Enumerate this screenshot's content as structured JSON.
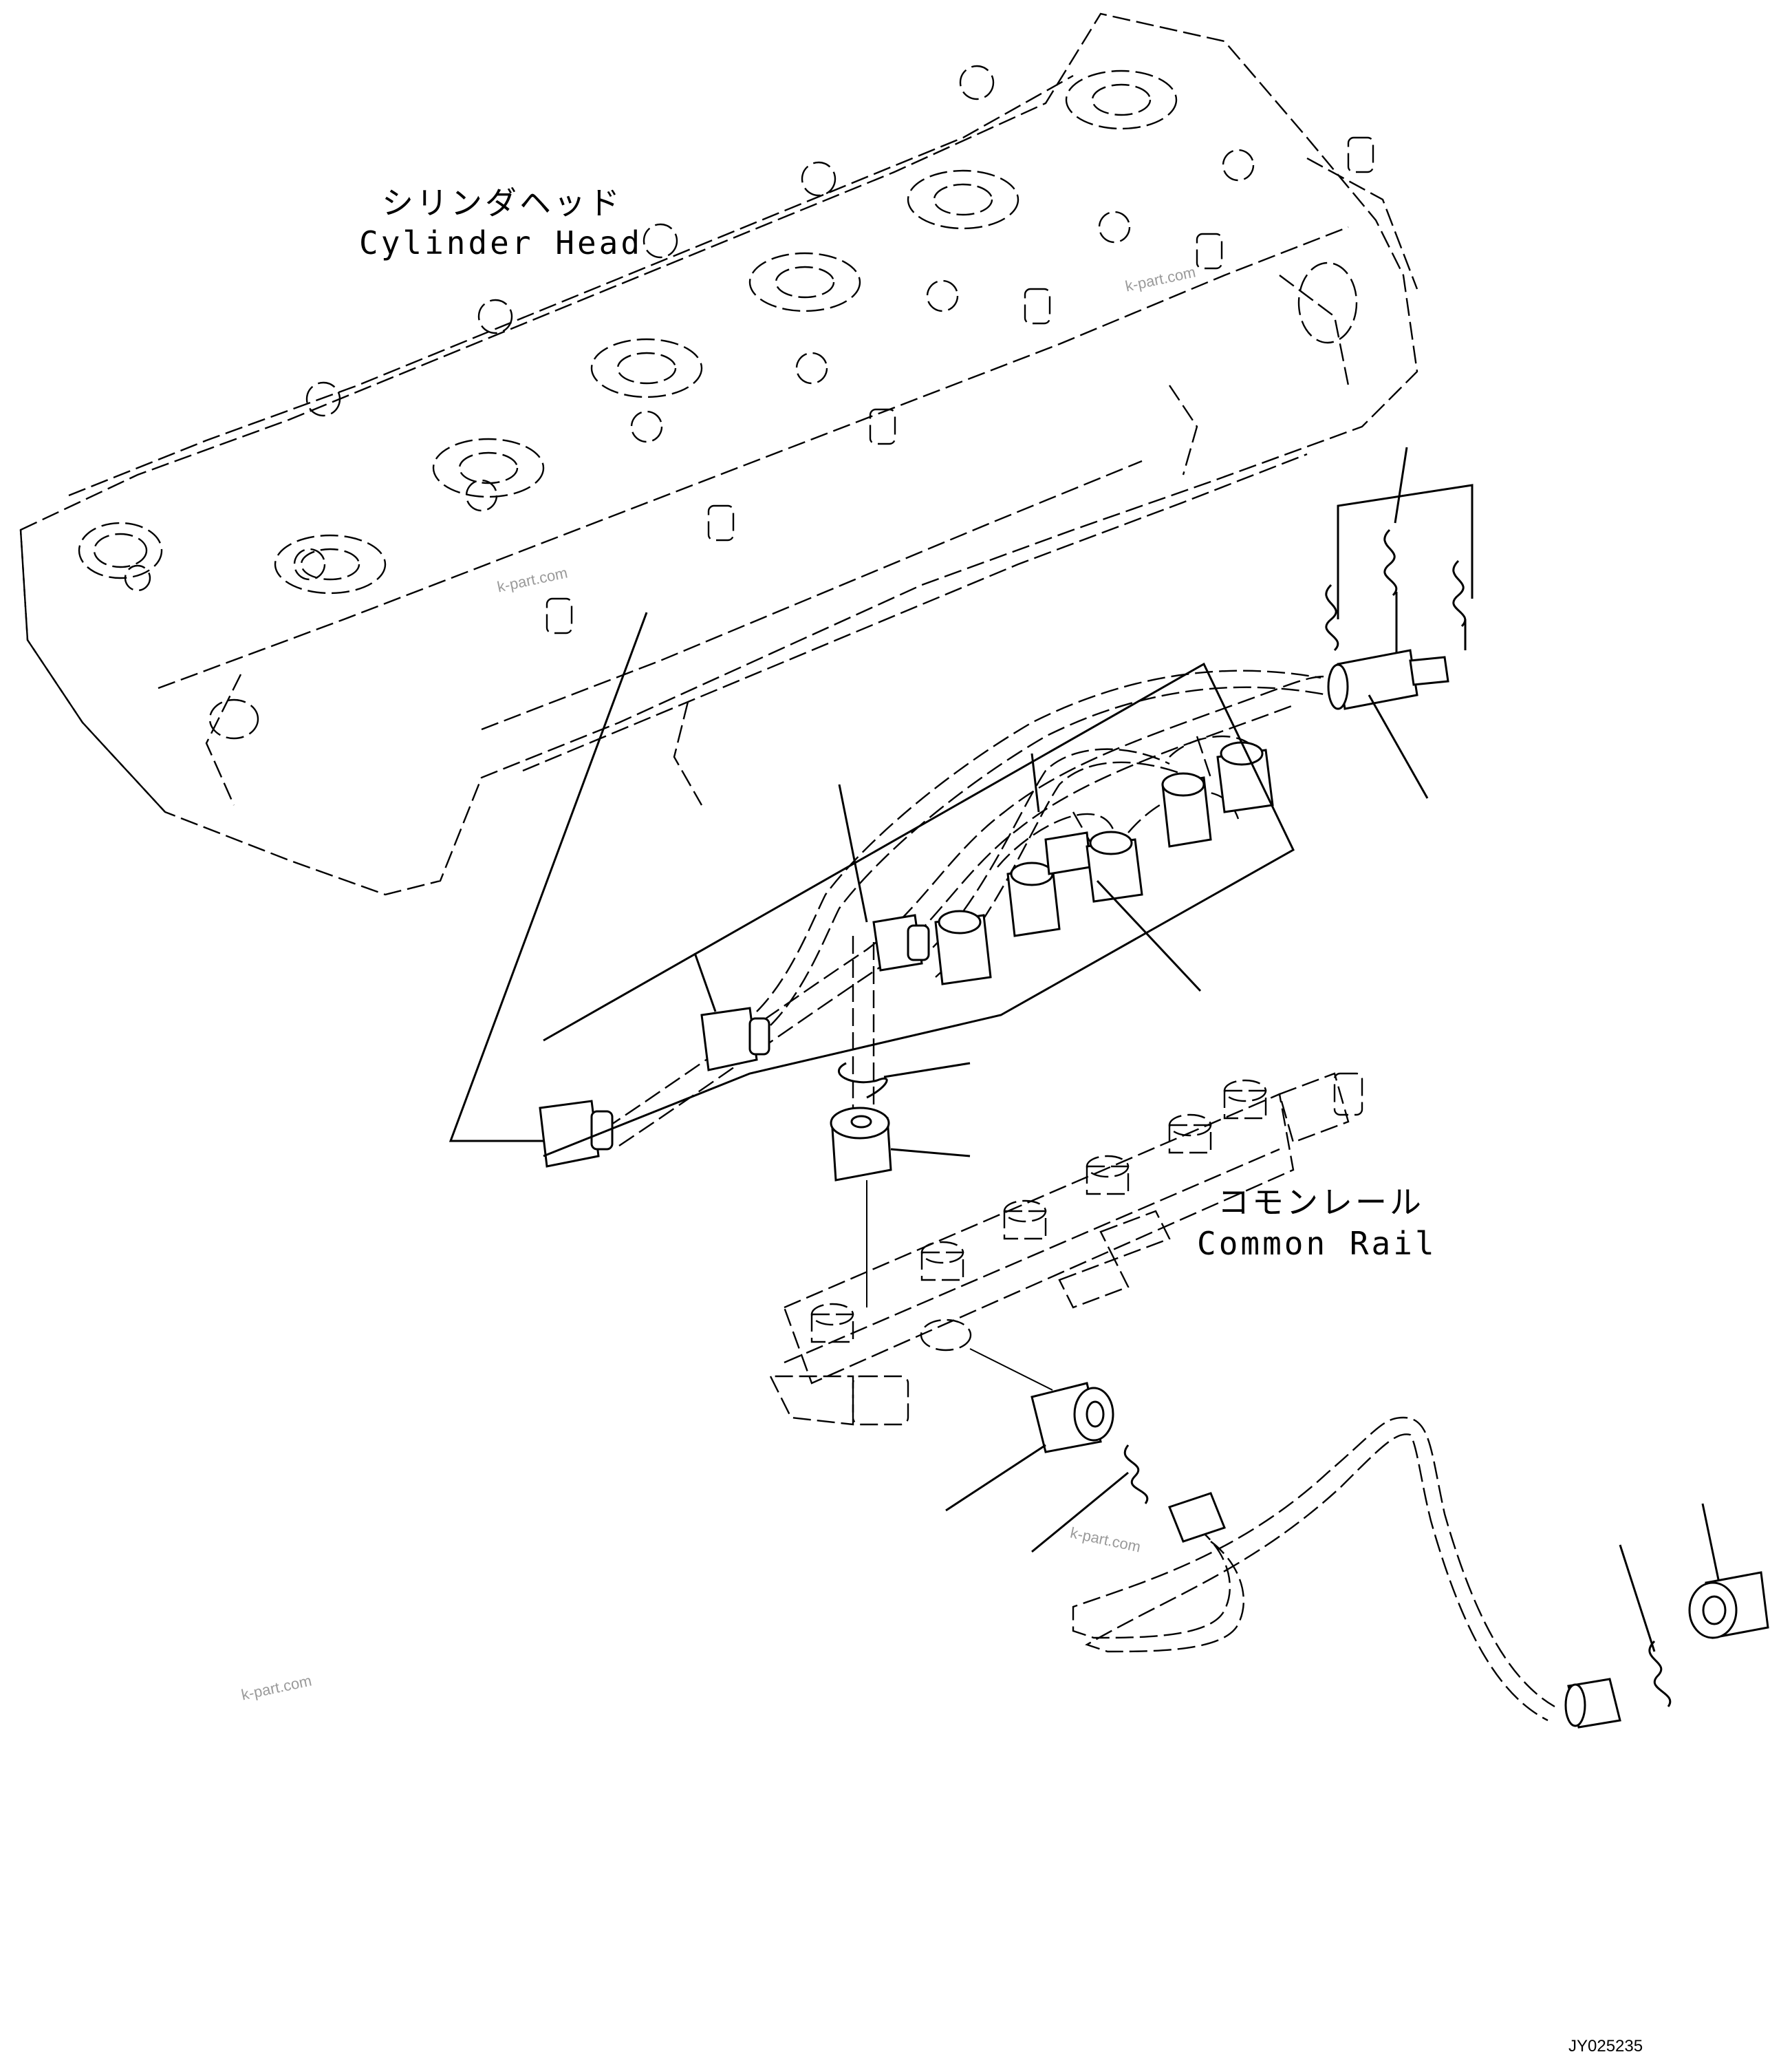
{
  "labels": {
    "cylinder_head_jp": "シリンダヘッド",
    "cylinder_head_en": "Cylinder Head",
    "common_rail_jp": "コモンレール",
    "common_rail_en": "Common Rail"
  },
  "watermarks": [
    "k-part.com",
    "k-part.com",
    "k-part.com",
    "k-part.com"
  ],
  "drawing_code": "JY025235"
}
